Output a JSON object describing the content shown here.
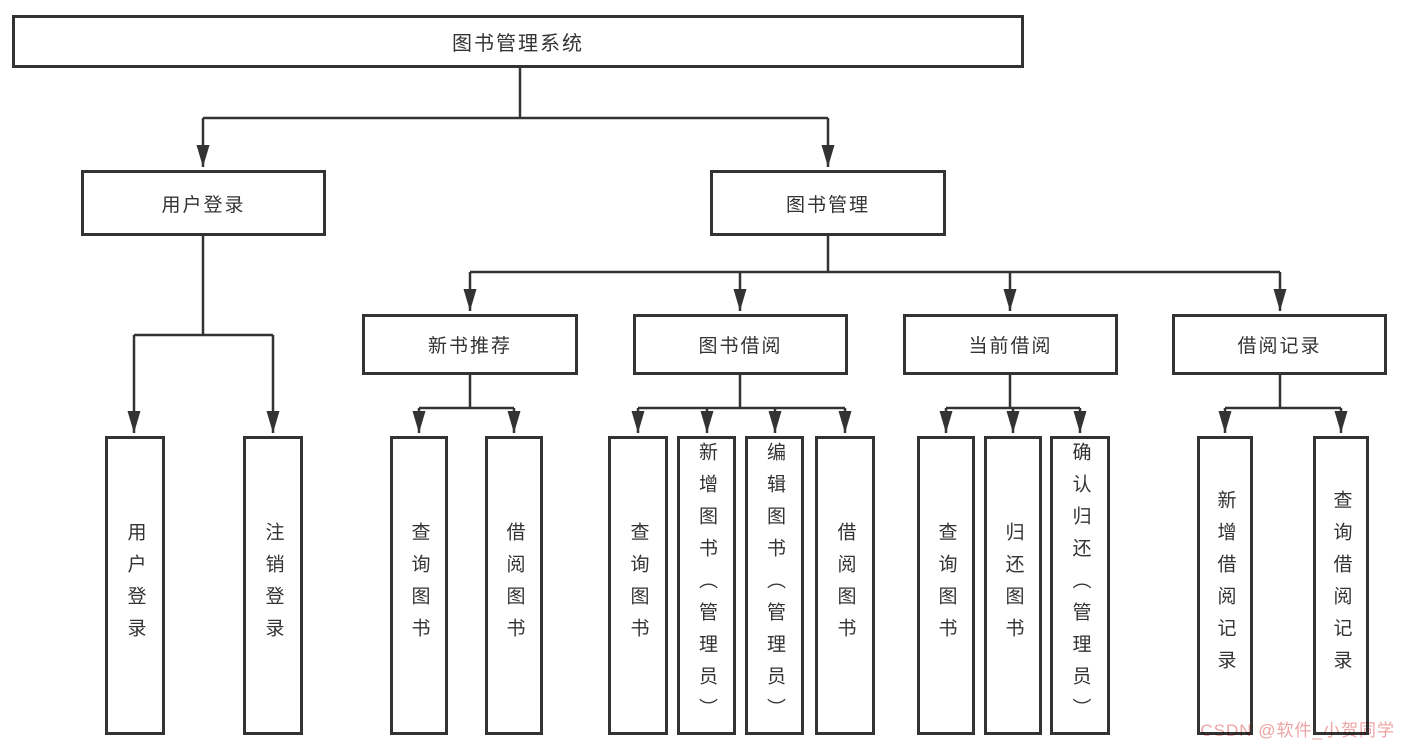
{
  "diagram": {
    "nodes": {
      "root": {
        "label": "图书管理系统"
      },
      "user_login": {
        "label": "用户登录",
        "children": {
          "login": {
            "label": "用户登录"
          },
          "logout": {
            "label": "注销登录"
          }
        }
      },
      "book_management": {
        "label": "图书管理",
        "children": {
          "new_book_recommend": {
            "label": "新书推荐",
            "children": {
              "query_books": {
                "label": "查询图书"
              },
              "borrow_books": {
                "label": "借阅图书"
              }
            }
          },
          "book_borrowing": {
            "label": "图书借阅",
            "children": {
              "query_books": {
                "label": "查询图书"
              },
              "add_books_admin": {
                "label": "新增图书（管理员）"
              },
              "edit_books_admin": {
                "label": "编辑图书（管理员）"
              },
              "borrow_books": {
                "label": "借阅图书"
              }
            }
          },
          "current_borrowing": {
            "label": "当前借阅",
            "children": {
              "query_books": {
                "label": "查询图书"
              },
              "return_books": {
                "label": "归还图书"
              },
              "confirm_return_admin": {
                "label": "确认归还（管理员）"
              }
            }
          },
          "borrowing_records": {
            "label": "借阅记录",
            "children": {
              "add_borrow_record": {
                "label": "新增借阅记录"
              },
              "query_borrow_record": {
                "label": "查询借阅记录"
              }
            }
          }
        }
      }
    },
    "colors": {
      "line": "#333333",
      "box_border": "#333333",
      "text": "#333333",
      "watermark": "#eda4a4"
    }
  },
  "watermark": {
    "text": "CSDN @软件_小贺同学"
  }
}
